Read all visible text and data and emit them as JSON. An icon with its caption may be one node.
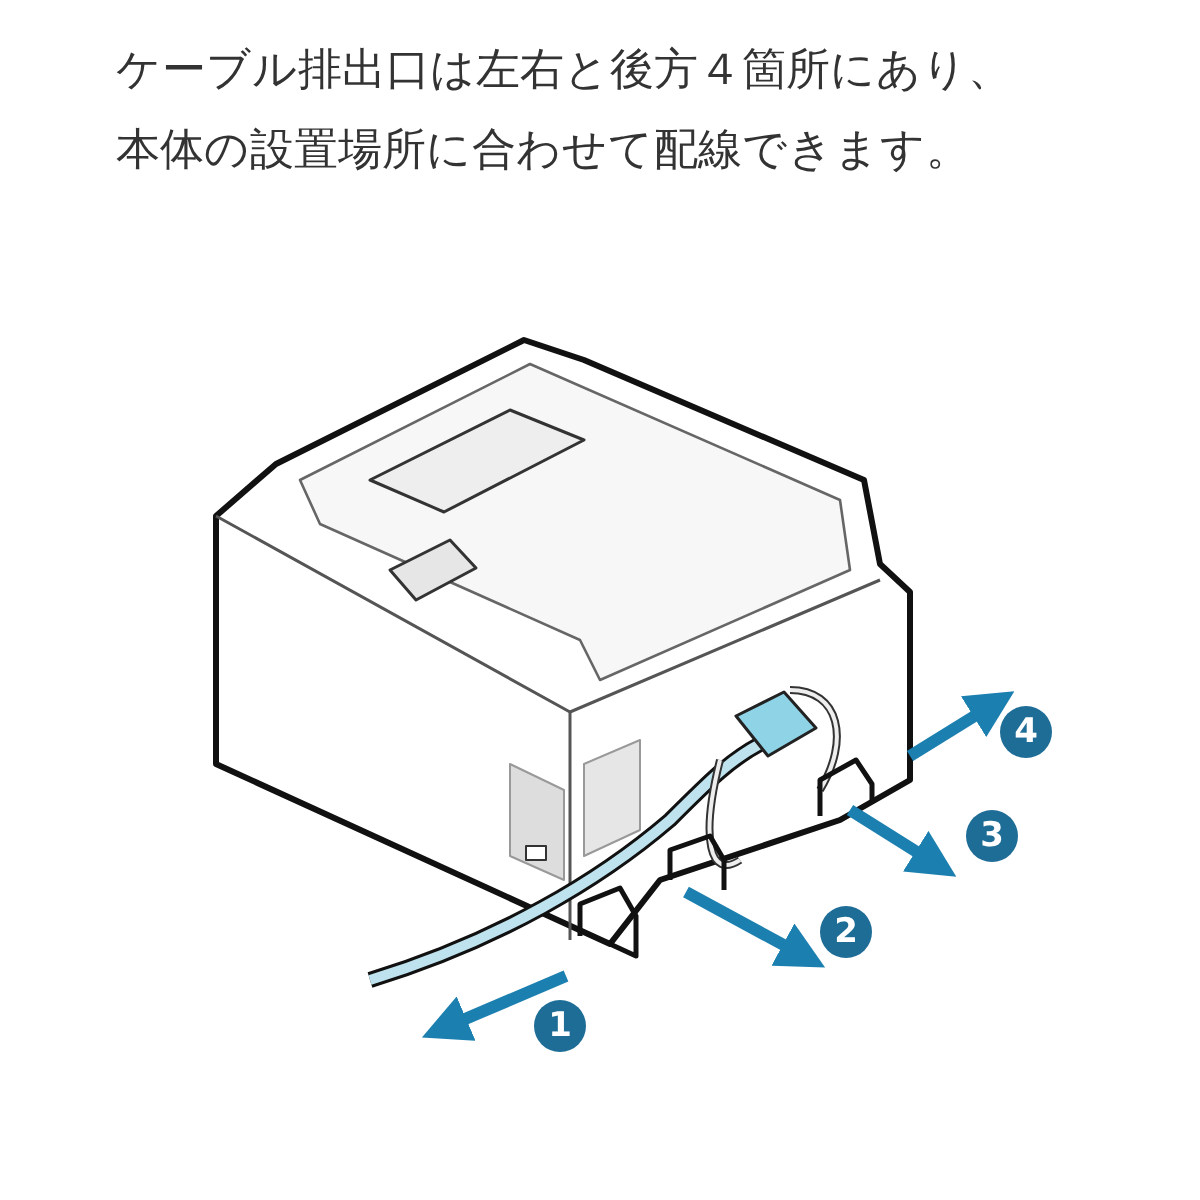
{
  "diagram": {
    "title": "ケーブル排出口は左右と後方４箇所にあり、本体の設置場所に合わせて配線できます。",
    "labels": [
      "4",
      "3",
      "2",
      "1"
    ]
  }
}
